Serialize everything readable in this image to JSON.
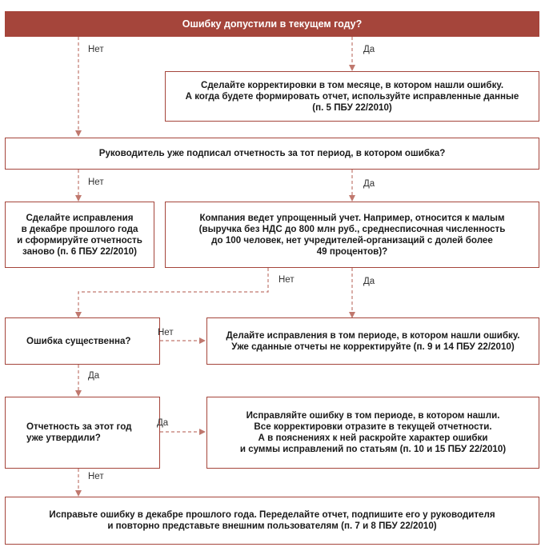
{
  "nodes": {
    "q_current_year": "Ошибку допустили в текущем году?",
    "a_same_month": "Сделайте корректировки в том месяце, в котором нашли ошибку.\nА когда будете формировать отчет, используйте исправленные данные\n(п. 5 ПБУ 22/2010)",
    "q_signed": "Руководитель уже подписал отчетность за тот период, в котором ошибка?",
    "a_december_redo": "Сделайте исправления\nв декабре прошлого года\nи сформируйте отчетность\nзаново (п. 6 ПБУ 22/2010)",
    "q_simplified": "Компания ведет упрощенный учет. Например, относится к малым\n(выручка без НДС до 800 млн руб., среднесписочная численность\nдо 100 человек, нет учредителей-организаций с долей более\n49 процентов)?",
    "q_material": "Ошибка существенна?",
    "a_fix_found_period": "Делайте исправления в том периоде, в котором нашли ошибку.\nУже сданные отчеты не корректируйте (п. 9 и 14 ПБУ 22/2010)",
    "q_approved": "Отчетность за этот год\nуже утвердили?",
    "a_fix_explain": "Исправляйте ошибку в том периоде, в котором нашли.\nВсе корректировки отразите в текущей отчетности.\nА в пояснениях к ней раскройте характер ошибки\nи суммы исправлений по статьям (п. 10 и 15 ПБУ 22/2010)",
    "a_december_resubmit": "Исправьте ошибку в декабре прошлого года. Переделайте отчет, подпишите его у руководителя\nи повторно представьте внешним пользователям (п. 7 и 8 ПБУ 22/2010)"
  },
  "edge_labels": {
    "e1_no": "Нет",
    "e1_yes": "Да",
    "e2_no": "Нет",
    "e2_yes": "Да",
    "e3_no": "Нет",
    "e3_yes": "Да",
    "e4_no": "Нет",
    "e4_yes": "Да",
    "e5_yes": "Да",
    "e5_no": "Нет"
  },
  "colors": {
    "accent": "#a5453b",
    "connector": "#c0786e"
  }
}
